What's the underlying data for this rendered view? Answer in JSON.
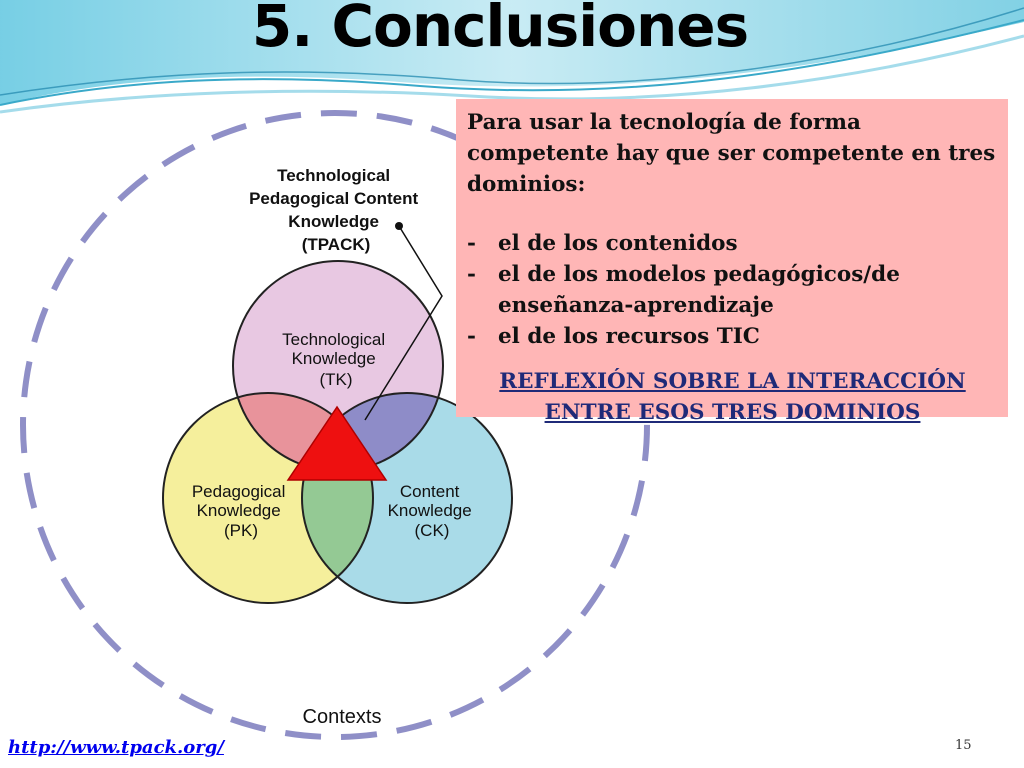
{
  "slide": {
    "title": "5. Conclusiones",
    "page_number": "15",
    "source_link": "http://www.tpack.org/"
  },
  "diagram": {
    "tpack_label": [
      "Technological",
      "Pedagogical Content",
      "Knowledge",
      "(TPACK)"
    ],
    "tk_label": [
      "Technological",
      "Knowledge",
      "(TK)"
    ],
    "pk_label": [
      "Pedagogical",
      "Knowledge",
      "(PK)"
    ],
    "ck_label": [
      "Content",
      "Knowledge",
      "(CK)"
    ],
    "contexts_label": "Contexts",
    "colors": {
      "tk": "#e8c8e2",
      "pk": "#f5ef9c",
      "ck": "#a9dbe8",
      "tk_pk": "#e8939b",
      "tk_ck": "#8e8cc8",
      "pk_ck": "#94c994",
      "center": "#ee1010",
      "contexts_ring": "#8f8fc7"
    }
  },
  "textbox": {
    "intro": "Para usar la tecnología de forma competente hay que ser competente en tres dominios:",
    "items": [
      "el de los contenidos",
      "el de los modelos pedagógicos/de enseñanza-aprendizaje",
      "el de los recursos TIC"
    ],
    "emphasis": "REFLEXIÓN SOBRE LA INTERACCIÓN ENTRE ESOS TRES DOMINIOS",
    "background": "#ffb6b6",
    "emphasis_color": "#1f2a78"
  }
}
